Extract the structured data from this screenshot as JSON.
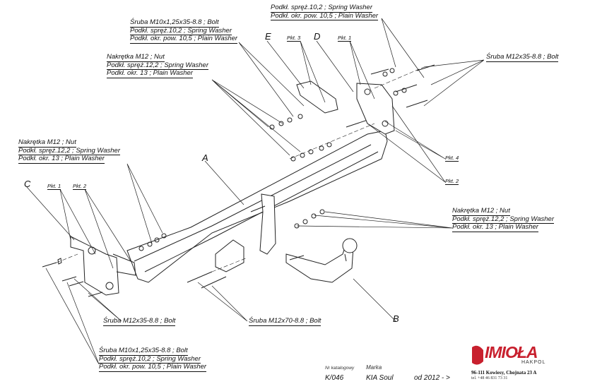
{
  "labels": {
    "top_washers": [
      "Podkł. spręż.10,2 ; Spring Washer",
      "Podkł. okr. pow. 10,5 ; Plain Washer"
    ],
    "bolt_m10_top": [
      "Śruba M10x1,25x35-8.8 ;  Bolt",
      "Podkł. spręż.10,2 ; Spring Washer",
      "Podkł. okr. pow. 10,5 ; Plain Washer"
    ],
    "nut_m12_top": [
      "Nakrętka  M12 ; Nut",
      "Podkł. spręż.12,2 ; Spring Washer",
      "Podkł. okr. 13 ; Plain Washer"
    ],
    "bolt_m12_right": "Śruba M12x35-8.8 ;  Bolt",
    "nut_m12_left": [
      "Nakrętka  M12 ; Nut",
      "Podkł. spręż.12,2 ; Spring Washer",
      "Podkł. okr. 13 ; Plain Washer"
    ],
    "nut_m12_right": [
      "Nakrętka  M12 ; Nut",
      "Podkł. spręż.12,2 ; Spring Washer",
      "Podkł. okr. 13 ; Plain Washer"
    ],
    "bolt_m12_bottom": "Śruba M12x35-8.8 ;  Bolt",
    "bolt_m12x70": "Śruba M12x70-8.8 ;  Bolt",
    "bolt_m10_bottom": [
      "Śruba M10x1,25x35-8.8 ;  Bolt",
      "Podkł. spręż.10,2 ; Spring Washer",
      "Podkł. okr. pow. 10,5 ; Plain Washer"
    ]
  },
  "letters": {
    "a": "A",
    "b": "B",
    "c": "C",
    "d": "D",
    "e": "E"
  },
  "points": {
    "pkt1_top": "Pkt. 1",
    "pkt3": "Pkt. 3",
    "pkt4": "Pkt. 4",
    "pkt2_right": "Pkt. 2",
    "pkt1_left": "Pkt. 1",
    "pkt2_left": "Pkt. 2"
  },
  "footer": {
    "catalog_label": "Nr katalogowy",
    "catalog_no": "K/046",
    "brand_label": "Marka",
    "brand": "KIA Soul",
    "years": "od  2012 - >"
  },
  "company": {
    "logo": "IMIOŁA",
    "sub": "HAKPOL",
    "address": "96-111 Kowiesy, Chojnata 23 A",
    "tel": "tel. +48 46 831 73 31"
  }
}
